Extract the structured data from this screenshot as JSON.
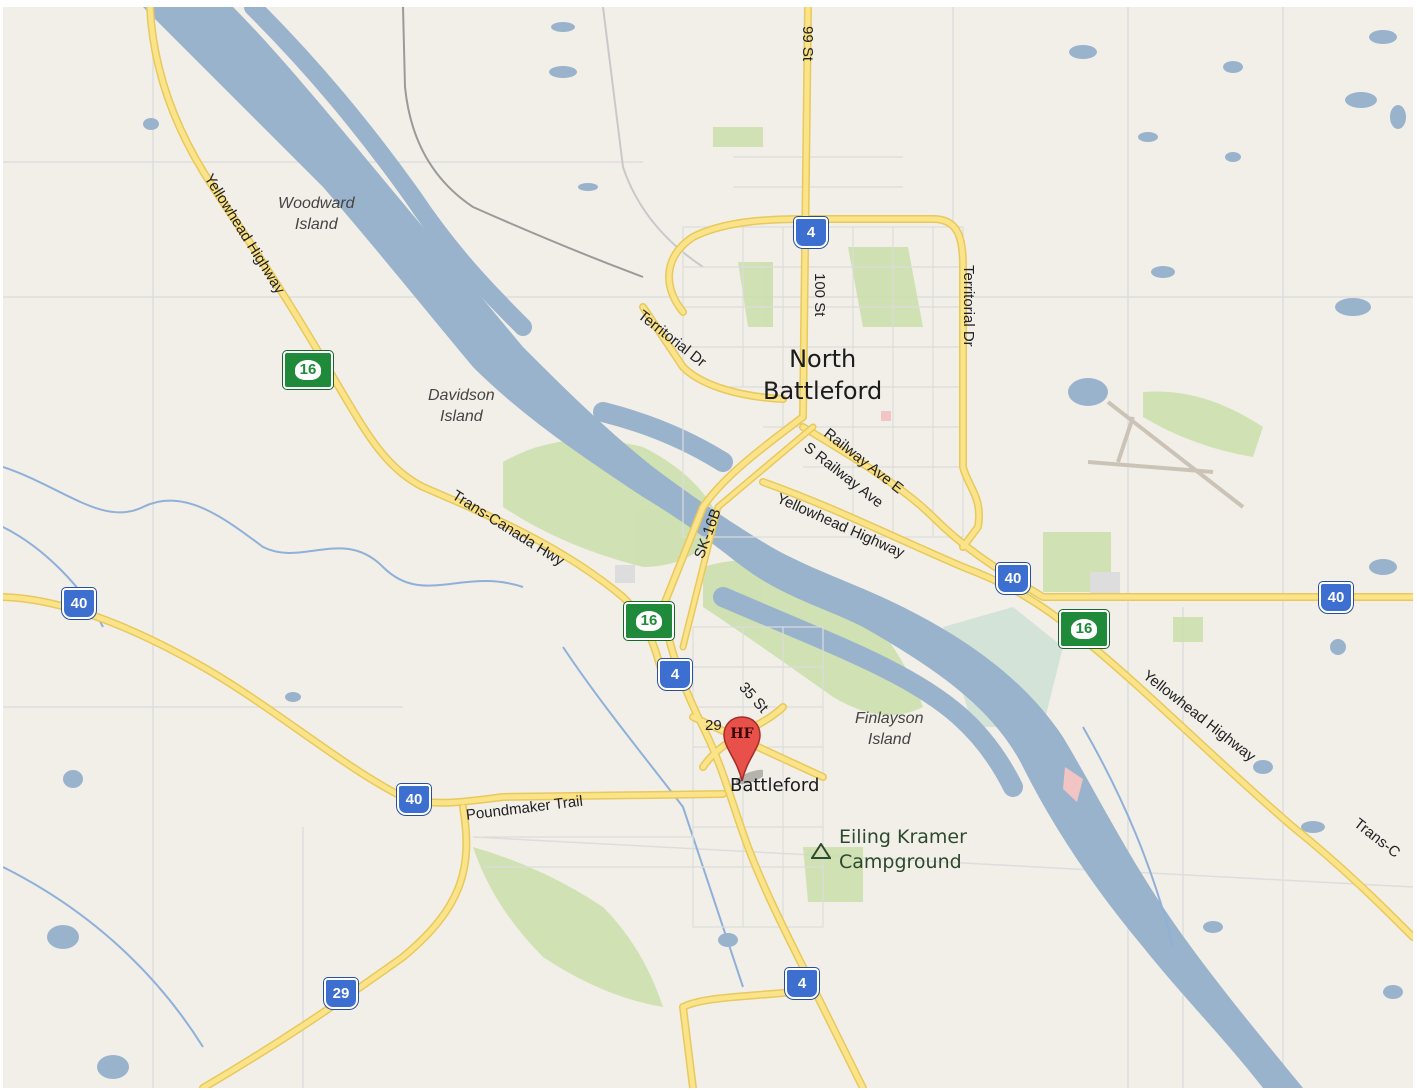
{
  "map": {
    "colors": {
      "land": "#f2efe9",
      "water": "#99b3cc",
      "park": "#cadfaa",
      "road_major": "#fbe38a",
      "road_major_casing": "#e7c95c",
      "road_minor": "#dddddd",
      "highway_shield": "#3c6fcf",
      "trans_canada_shield": "#1f8a3a",
      "marker": "#e8504a"
    },
    "cities": {
      "north_battleford_line1": "North",
      "north_battleford_line2": "Battleford",
      "battleford": "Battleford"
    },
    "islands": {
      "woodward_line1": "Woodward",
      "woodward_line2": "Island",
      "davidson_line1": "Davidson",
      "davidson_line2": "Island",
      "finlayson_line1": "Finlayson",
      "finlayson_line2": "Island"
    },
    "roads": {
      "yellowhead_west": "Yellowhead Highway",
      "trans_canada": "Trans-Canada Hwy",
      "sk16b": "SK-16B",
      "territorial_dr_west": "Territorial Dr",
      "territorial_dr_east": "Territorial Dr",
      "st100": "100 St",
      "st99": "99 St",
      "railway_ave_e": "Railway Ave E",
      "s_railway_ave": "S Railway Ave",
      "yellowhead_central": "Yellowhead Highway",
      "yellowhead_east": "Yellowhead Highway",
      "trans_canada_east": "Trans-C",
      "poundmaker": "Poundmaker Trail",
      "st35": "35 St",
      "rd29_label": "29"
    },
    "shields": {
      "hwy4_north": "4",
      "hwy4_mid": "4",
      "hwy4_south": "4",
      "hwy40_west": "40",
      "hwy40_central": "40",
      "hwy40_east": "40",
      "hwy40_southwest": "40",
      "hwy29": "29",
      "tc16_west": "16",
      "tc16_central": "16",
      "tc16_east": "16"
    },
    "poi": {
      "campground_line1": "Eiling Kramer",
      "campground_line2": "Campground"
    },
    "marker": {
      "text": "HF",
      "icon": "map-pin-icon"
    },
    "icons": {
      "campground": "campground-triangle-icon"
    }
  }
}
